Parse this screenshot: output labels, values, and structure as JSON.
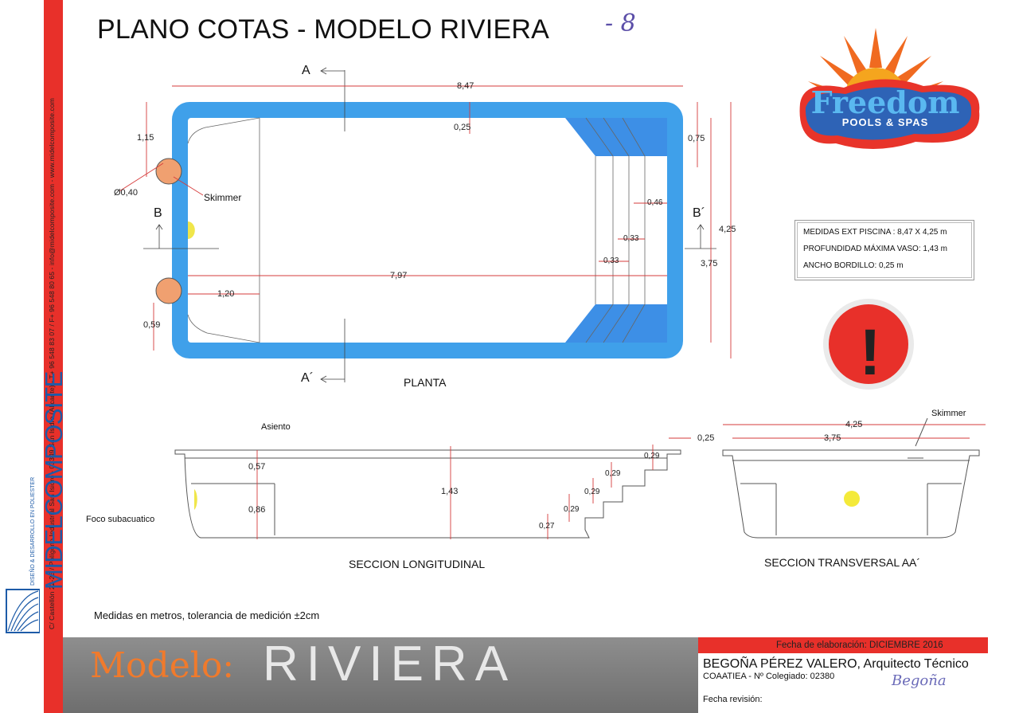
{
  "header": {
    "title": "PLANO COTAS - MODELO RIVIERA",
    "handwritten": "- 8"
  },
  "sidebar": {
    "company": "MIDELCOMPOSITE",
    "tagline": "DISEÑO & DESARROLLO EN POLIESTER",
    "address": "C/ Castellón 22-25 / Polígono Industrial San Isidro - 03349 San Isidro (Alicante) - T+ 96 548 83 07 / F+ 96 548 80 65 - info@midelcomposite.com - www.midelcomposite.com"
  },
  "brand": {
    "name": "Freedom",
    "sub": "POOLS & SPAS"
  },
  "plan": {
    "caption": "PLANTA",
    "section_a": "A",
    "section_a2": "A´",
    "section_b": "B",
    "section_b2": "B´",
    "dims": {
      "length": "8,47",
      "rim": "0,25",
      "inner_length": "7,97",
      "width": "4,25",
      "inner_width": "3,75",
      "skimmer_offset": "1,15",
      "skimmer_dia": "Ø0,40",
      "corner": "0,75",
      "bottom_offset": "0,59",
      "bench": "1,20",
      "step1": "0,46",
      "step2": "0,33",
      "step3": "0,33"
    },
    "skimmer_label": "Skimmer"
  },
  "long_section": {
    "caption": "SECCION LONGITUDINAL",
    "seat_label": "Asiento",
    "light_label": "Foco subacuatico",
    "dims": {
      "seat_depth": "0,57",
      "seat_height": "0,86",
      "depth": "1,43",
      "s1": "0,29",
      "s2": "0,29",
      "s3": "0,29",
      "s4": "0,29",
      "s5": "0,27",
      "rim": "0,25"
    }
  },
  "trans_section": {
    "caption": "SECCION TRANSVERSAL AA´",
    "skimmer_label": "Skimmer",
    "dims": {
      "outer": "4,25",
      "inner": "3,75"
    }
  },
  "specs": {
    "line1": "MEDIDAS EXT PISCINA : 8,47 X 4,25 m",
    "line2": "PROFUNDIDAD MÁXIMA VASO: 1,43 m",
    "line3": "ANCHO BORDILLO: 0,25 m"
  },
  "warning_symbol": "!",
  "note": "Medidas en metros, tolerancia de medición ±2cm",
  "footer": {
    "modelo": "Modelo:",
    "model_name": "RIVIERA",
    "fecha_elaboracion": "Fecha de elaboración: DICIEMBRE 2016",
    "author": "BEGOÑA PÉREZ VALERO, Arquitecto Técnico",
    "colegiado": "COAATIEA - Nº Colegiado: 02380",
    "fecha_revision": "Fecha revisión:",
    "signature": "Begoña"
  },
  "colors": {
    "pool_rim": "#3fa0ea",
    "pool_inner": "#ffffff",
    "steps": "#3d8fe6",
    "skimmer": "#f0a070",
    "dimension": "#d63b3b",
    "accent_red": "#e8302a"
  }
}
